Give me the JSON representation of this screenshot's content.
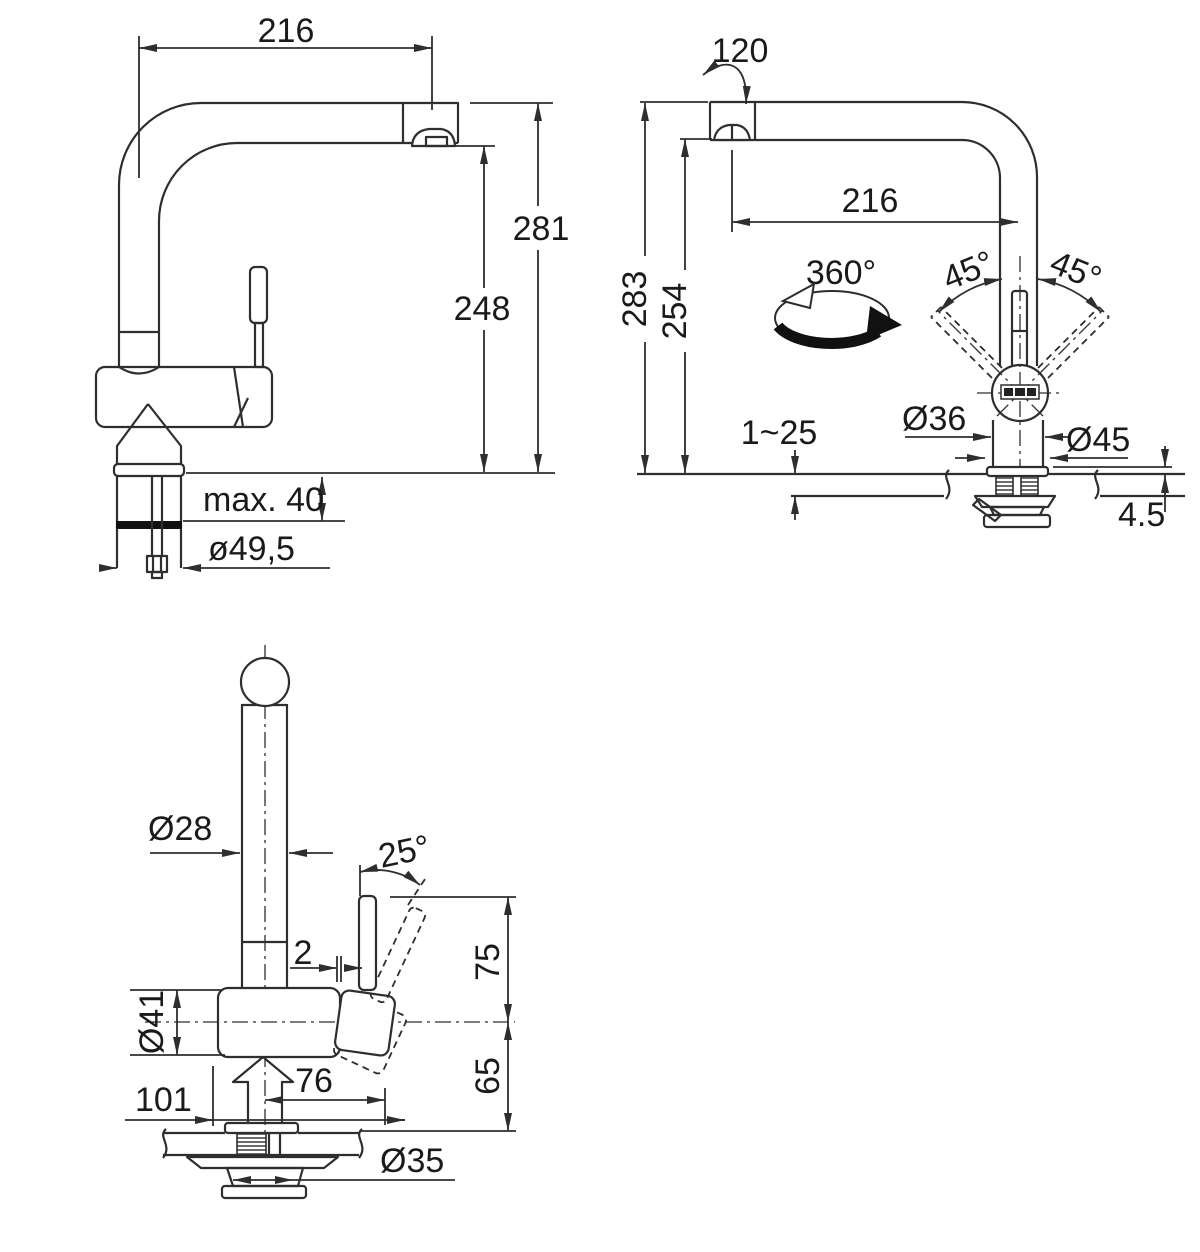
{
  "page": {
    "background": "#ffffff",
    "line_color": "#2e2e2e",
    "text_color": "#1a1a1a"
  },
  "views": {
    "side": {
      "label": "side-elevation",
      "dims": {
        "reach": "216",
        "height_total": "281",
        "height_spout": "248",
        "deck_thickness": "max. 40",
        "base_diameter": "ø49,5"
      }
    },
    "front": {
      "label": "front-elevation",
      "dims": {
        "swivel_range": "120",
        "height_total": "283",
        "height_spout": "254",
        "reach": "216",
        "rotation": "360°",
        "handle_angle_left": "45°",
        "handle_angle_right": "45°",
        "deck_thickness_range": "1~25",
        "body_diameter": "Ø36",
        "escutcheon_diameter": "Ø45",
        "escutcheon_height": "4.5"
      }
    },
    "profile": {
      "label": "profile-elevation",
      "dims": {
        "spout_tube_diameter": "Ø28",
        "handle_tilt": "25°",
        "handle_offset": "2",
        "handle_height": "75",
        "body_diameter": "Ø41",
        "body_height": "65",
        "depth_total": "101",
        "handle_depth": "76",
        "tailpiece_diameter": "Ø35"
      }
    }
  }
}
